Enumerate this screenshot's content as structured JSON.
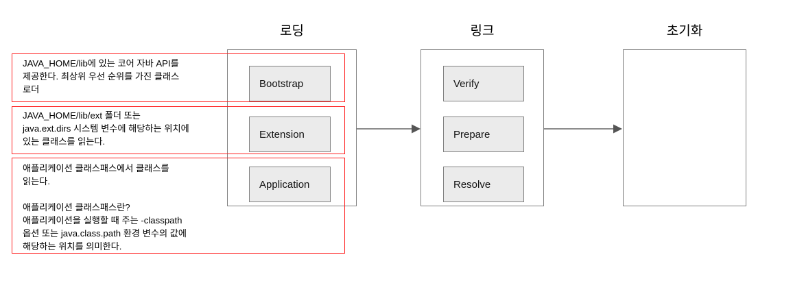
{
  "diagram": {
    "title_row": [
      {
        "label": "로딩"
      },
      {
        "label": "링크"
      },
      {
        "label": "초기화"
      }
    ],
    "phases": [
      {
        "name": "loading",
        "heading": "로딩",
        "steps": [
          {
            "label": "Bootstrap"
          },
          {
            "label": "Extension"
          },
          {
            "label": "Application"
          }
        ]
      },
      {
        "name": "link",
        "heading": "링크",
        "steps": [
          {
            "label": "Verify"
          },
          {
            "label": "Prepare"
          },
          {
            "label": "Resolve"
          }
        ]
      },
      {
        "name": "initialization",
        "heading": "초기화",
        "steps": []
      }
    ],
    "annotations": [
      {
        "target": "Bootstrap",
        "text": "JAVA_HOME/lib에 있는 코어 자바 API를\n제공한다. 최상위 우선 순위를 가진 클래스\n로더"
      },
      {
        "target": "Extension",
        "text": "JAVA_HOME/lib/ext 폴더 또는\njava.ext.dirs 시스템 변수에 해당하는 위치에\n있는 클래스를 읽는다."
      },
      {
        "target": "Application",
        "text": "애플리케이션 클래스패스에서 클래스를\n읽는다.\n\n애플리케이션 클래스패스란?\n애플리케이션을 실행할 때 주는 -classpath\n옵션 또는 java.class.path 환경 변수의 값에\n해당하는 위치를 의미한다."
      }
    ],
    "arrows": [
      {
        "name": "loading-to-link"
      },
      {
        "name": "link-to-initialization"
      }
    ],
    "colors": {
      "annotation_border": "#ff2020",
      "box_border": "#808080",
      "step_fill": "#ebebeb",
      "arrow": "#666666",
      "text": "#000000",
      "background": "#ffffff"
    }
  }
}
